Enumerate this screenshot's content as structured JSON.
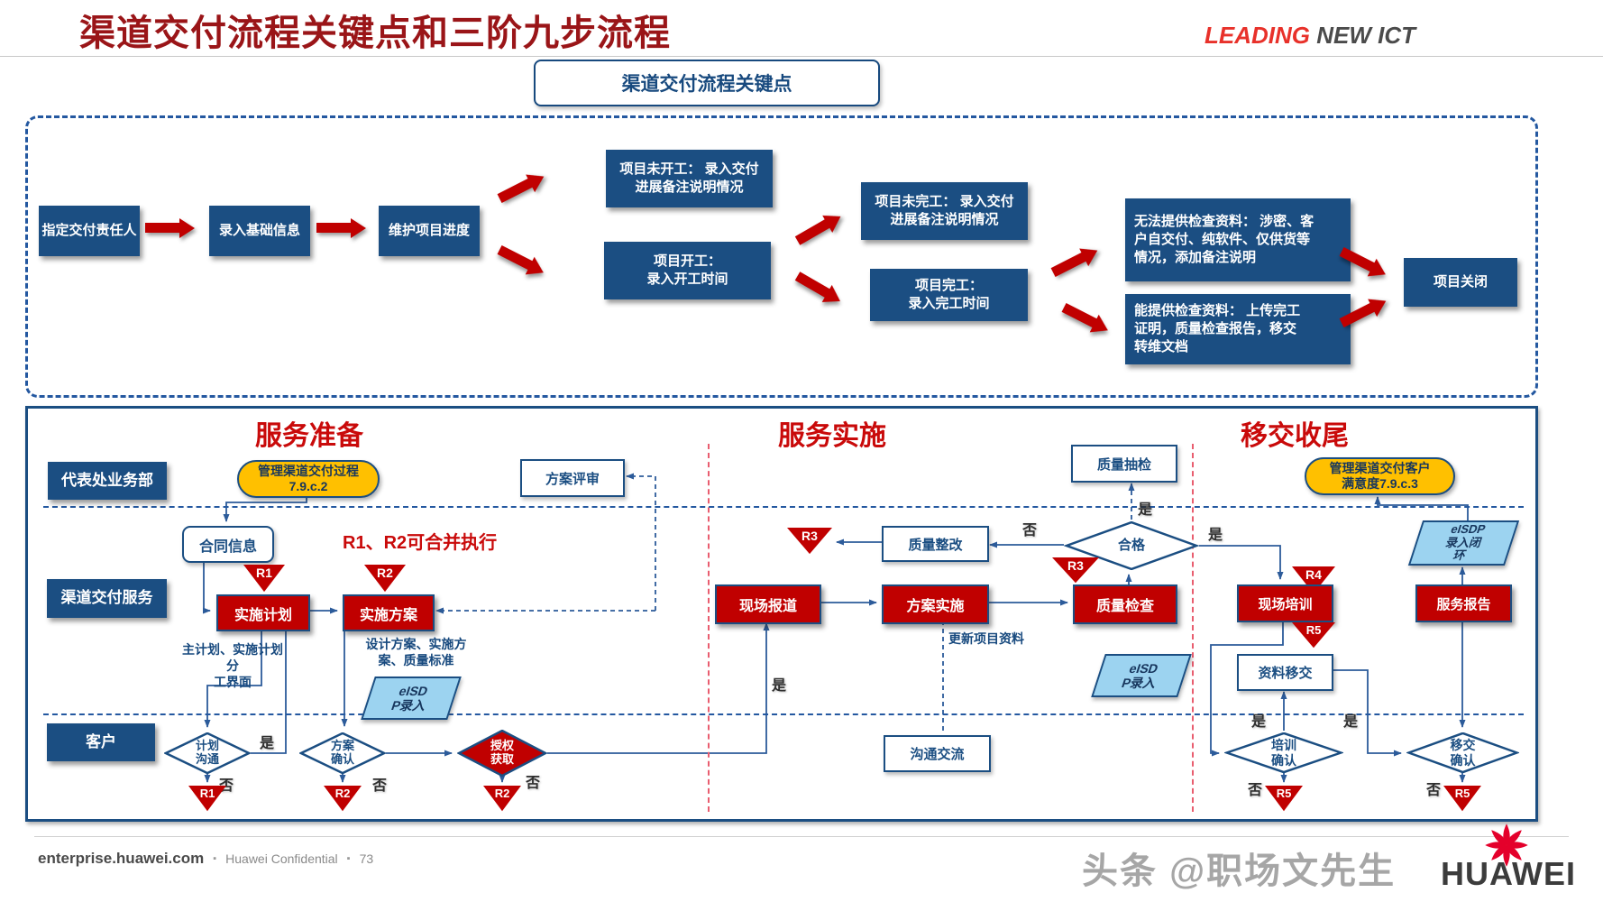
{
  "header": {
    "title": "渠道交付流程关键点和三阶九步流程",
    "logo_leading": "LEADING",
    "logo_rest": " NEW ICT"
  },
  "banner": "渠道交付流程关键点",
  "top_flow": {
    "step1": "指定交付责任人",
    "step2": "录入基础信息",
    "step3": "维护项目进度",
    "not_started": "项目未开工： 录入交付\n进展备注说明情况",
    "started": "项目开工：\n录入开工时间",
    "not_finished": "项目未完工： 录入交付\n进展备注说明情况",
    "finished": "项目完工：\n录入完工时间",
    "cannot_provide": "无法提供检查资料： 涉密、客\n户自交付、纯软件、仅供货等\n情况，添加备注说明",
    "can_provide": "能提供检查资料： 上传完工\n证明，质量检查报告，移交\n转维文档",
    "closed": "项目关闭"
  },
  "phases": {
    "prepare": "服务准备",
    "implement": "服务实施",
    "handover": "移交收尾"
  },
  "lanes": {
    "rep_office": "代表处业务部",
    "channel_service": "渠道交付服务",
    "customer": "客户"
  },
  "prepare": {
    "process_pill": "管理渠道交付过程\n7.9.c.2",
    "scheme_review": "方案评审",
    "contract_info": "合同信息",
    "merge_note": "R1、R2可合并执行",
    "impl_plan": "实施计划",
    "impl_scheme": "实施方案",
    "plan_note": "主计划、实施计划分\n工界面",
    "scheme_note": "设计方案、实施方\n案、质量标准",
    "eisdp_entry": "eISD\nP录入",
    "plan_comm": "计划\n沟通",
    "scheme_confirm": "方案\n确认",
    "auth_obtain": "授权\n获取"
  },
  "implement": {
    "site_checkin": "现场报道",
    "scheme_impl": "方案实施",
    "quality_check": "质量检查",
    "quality_rectify": "质量整改",
    "qualified": "合格",
    "quality_sampling": "质量抽检",
    "update_note": "更新项目资料",
    "eisdp_entry": "eISD\nP录入",
    "communication": "沟通交流"
  },
  "handover": {
    "satisfaction_pill": "管理渠道交付客户\n满意度7.9.c.3",
    "eisdp_close": "eISDP\n录入闭\n环",
    "site_training": "现场培训",
    "material_handover": "资料移交",
    "training_confirm": "培训\n确认",
    "service_report": "服务报告",
    "handover_confirm": "移交\n确认"
  },
  "marks": {
    "r1": "R1",
    "r2": "R2",
    "r3": "R3",
    "r4": "R4",
    "r5": "R5"
  },
  "labels": {
    "yes": "是",
    "no": "否"
  },
  "footer": {
    "site": "enterprise.huawei.com",
    "confidential": "Huawei Confidential",
    "page": "73",
    "watermark": "头条 @职场文先生",
    "brand": "HUAWEI"
  },
  "colors": {
    "dark_blue": "#1B4E82",
    "node_red": "#C00000",
    "accent_red": "#C90A0A",
    "title_red": "#9A1518",
    "pill_yellow": "#FFC000",
    "light_blue": "#9CD3F0"
  }
}
